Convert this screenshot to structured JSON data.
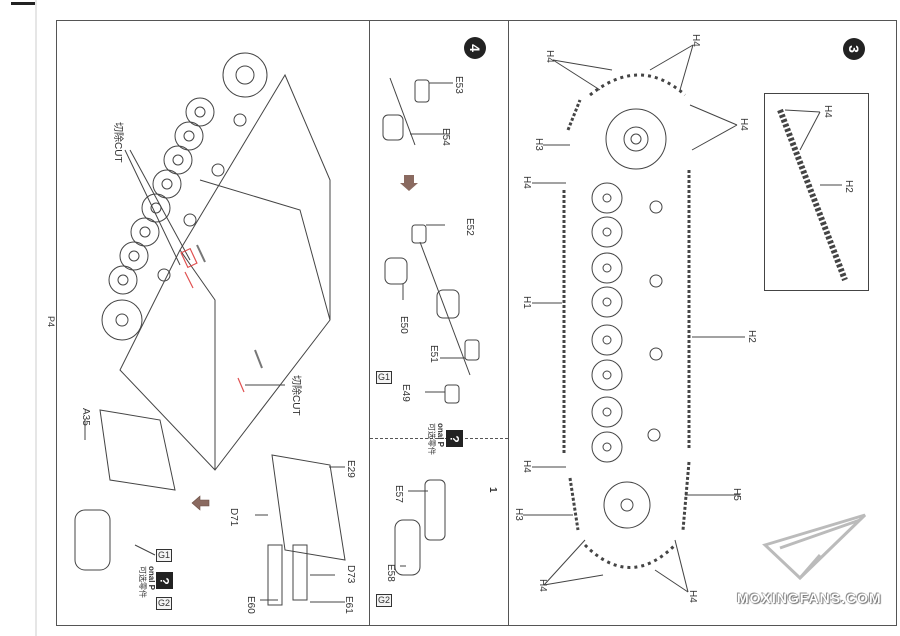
{
  "page": {
    "page_label": "P4",
    "watermark": "MOXINGFANS.COM"
  },
  "colors": {
    "ink": "#333333",
    "frame": "#555555",
    "step_badge": "#222222",
    "direction_arrow": "#8a6a60",
    "cut_mark": "#e05050"
  },
  "left_panel": {
    "cut_label_top": "切除CUT",
    "cut_label_bottom": "切除CUT",
    "parts": [
      "A35",
      "E29",
      "D71",
      "D73",
      "E60",
      "E61"
    ],
    "option_boxes": [
      "G1",
      "G2"
    ],
    "optional_badge": "?",
    "optional_text_en": "onal P",
    "optional_text_cn": "可选零件"
  },
  "step4_panel": {
    "step_number": "4",
    "parts_top": [
      "E53",
      "E54"
    ],
    "parts_mid": [
      "E52",
      "E50",
      "E51",
      "E49"
    ],
    "option_box_g1": "G1",
    "optional_badge": "?",
    "optional_text_en": "onal P",
    "optional_text_cn": "可选零件",
    "sub_index": "1",
    "parts_bottom": [
      "E57",
      "E58"
    ],
    "option_box_g2": "G2"
  },
  "step3_panel": {
    "step_number": "3",
    "track_labels": {
      "h4_top_left": "H4",
      "h4_top_right": "H4",
      "h4_right": "H4",
      "h3_upper": "H3",
      "h4_left_upper": "H4",
      "h1": "H1",
      "h2": "H2",
      "h4_left_lower": "H4",
      "h3_lower": "H3",
      "h5": "H5",
      "h4_bottom_left": "H4",
      "h4_bottom_right": "H4"
    },
    "inset": {
      "h4": "H4",
      "h2": "H2"
    }
  }
}
